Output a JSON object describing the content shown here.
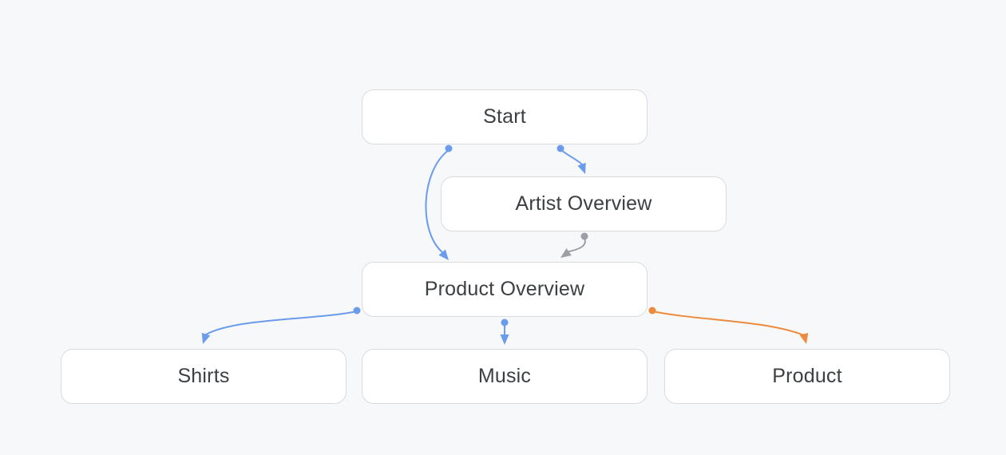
{
  "diagram": {
    "nodes": [
      {
        "id": "start",
        "label": "Start"
      },
      {
        "id": "artist-overview",
        "label": "Artist Overview"
      },
      {
        "id": "product-overview",
        "label": "Product Overview"
      },
      {
        "id": "shirts",
        "label": "Shirts"
      },
      {
        "id": "music",
        "label": "Music"
      },
      {
        "id": "product",
        "label": "Product"
      }
    ],
    "edges": [
      {
        "from": "Start",
        "to": "Product Overview",
        "color": "#6b9beb"
      },
      {
        "from": "Start",
        "to": "Artist Overview",
        "color": "#6b9beb"
      },
      {
        "from": "Artist Overview",
        "to": "Product Overview",
        "color": "#9aa0a6"
      },
      {
        "from": "Product Overview",
        "to": "Shirts",
        "color": "#6b9beb"
      },
      {
        "from": "Product Overview",
        "to": "Music",
        "color": "#6b9beb"
      },
      {
        "from": "Product Overview",
        "to": "Product",
        "color": "#ec8b3d"
      }
    ]
  },
  "colors": {
    "canvas_background": "#f7f8fa",
    "node_background": "#ffffff",
    "node_border": "#d9dbdf",
    "node_text": "#3c4043",
    "edge_blue": "#6b9beb",
    "edge_gray": "#9aa0a6",
    "edge_orange": "#ec8b3d"
  }
}
